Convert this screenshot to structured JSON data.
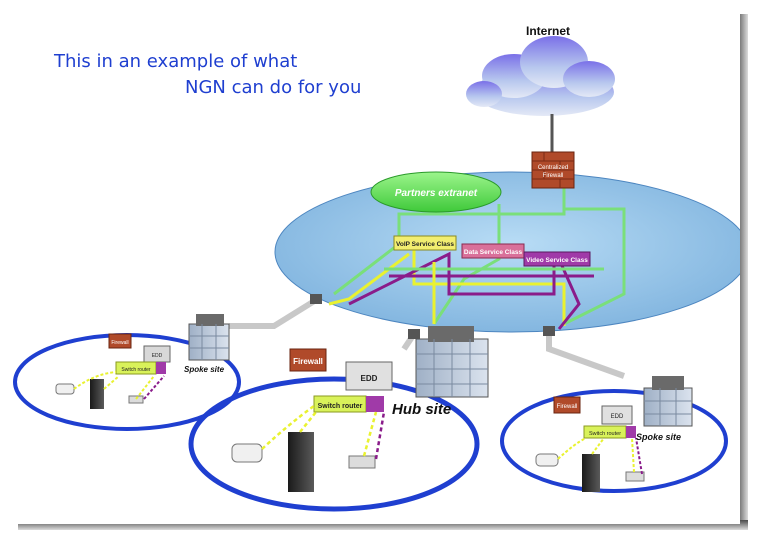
{
  "caption": {
    "line1": "This in an example of what",
    "line2": "NGN can do for you"
  },
  "internet": {
    "label": "Internet"
  },
  "firewall_central": {
    "line1": "Centralized",
    "line2": "Firewall"
  },
  "extranet": {
    "label": "Partners extranet"
  },
  "service_classes": {
    "voip": "VoIP Service Class",
    "data": "Data Service Class",
    "video": "Video Service Class"
  },
  "sites": {
    "left": {
      "name": "Spoke site",
      "firewall": "Firewall",
      "edd": "EDD",
      "router": "Switch router"
    },
    "hub": {
      "name": "Hub site",
      "firewall": "Firewall",
      "edd": "EDD",
      "router": "Switch router"
    },
    "right": {
      "name": "Spoke site",
      "firewall": "Firewall",
      "edd": "EDD",
      "router": "Switch router"
    }
  },
  "colors": {
    "caption": "#1f3fd0",
    "voip_line": "#e9f230",
    "data_line": "#7adf7a",
    "video_line": "#8a1c8a",
    "ellipse_fill": "#8fbfe6",
    "site_ring": "#1f3fd0",
    "firewall_fill": "#b04a2a",
    "router_fill": "#d9f25a",
    "voip_box": "#f2ee70",
    "data_box": "#d9709a",
    "video_box": "#a03aa8"
  },
  "icons": [
    "cloud-icon",
    "firewall-icon",
    "building-icon",
    "server-icon",
    "phone-icon",
    "camera-icon",
    "connector-icon"
  ]
}
